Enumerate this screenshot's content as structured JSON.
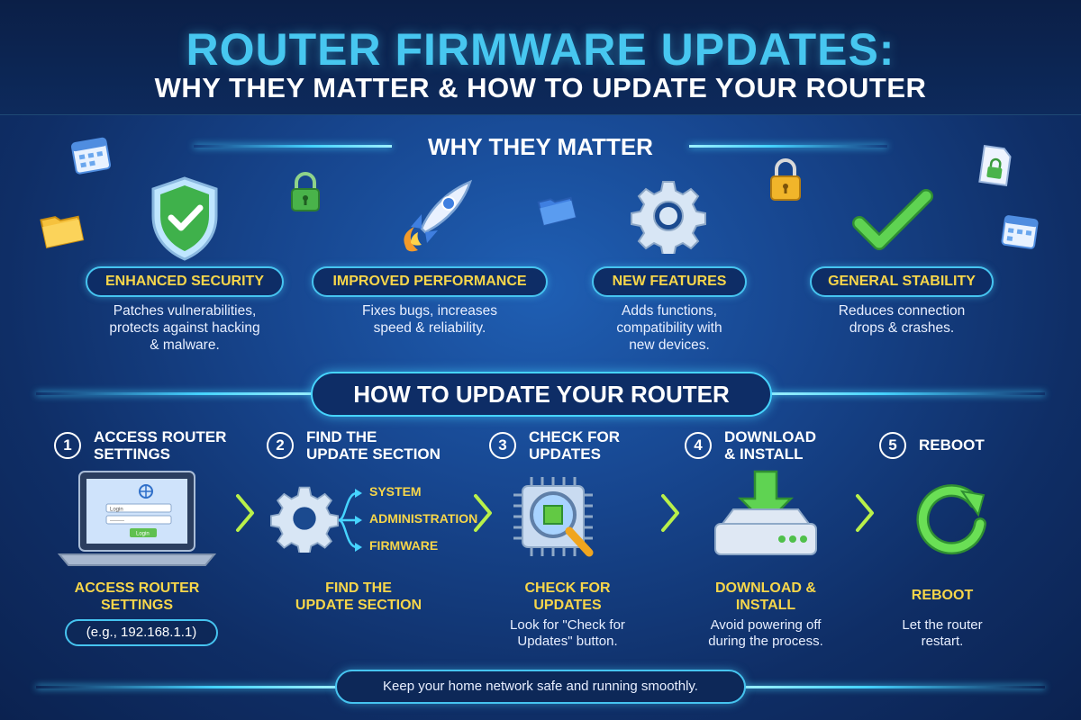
{
  "header": {
    "title": "ROUTER FIRMWARE UPDATES:",
    "subtitle": "WHY THEY MATTER & HOW TO UPDATE YOUR ROUTER"
  },
  "why": {
    "title": "WHY THEY MATTER",
    "items": [
      {
        "label": "ENHANCED SECURITY",
        "desc1": "Patches vulnerabilities,",
        "desc2": "protects against hacking",
        "desc3": "& malware.",
        "icon": "shield-check-icon"
      },
      {
        "label": "IMPROVED PERFORMANCE",
        "desc1": "Fixes bugs, increases",
        "desc2": "speed & reliability.",
        "desc3": "",
        "icon": "rocket-icon"
      },
      {
        "label": "NEW FEATURES",
        "desc1": "Adds functions,",
        "desc2": "compatibility with",
        "desc3": "new devices.",
        "icon": "gear-icon"
      },
      {
        "label": "GENERAL STABILITY",
        "desc1": "Reduces connection",
        "desc2": "drops & crashes.",
        "desc3": "",
        "icon": "checkmark-icon"
      }
    ]
  },
  "how": {
    "title": "HOW TO UPDATE YOUR ROUTER",
    "steps": [
      {
        "num": "1",
        "t1": "ACCESS ROUTER",
        "t2": "SETTINGS",
        "c1": "ACCESS ROUTER",
        "c2": "SETTINGS",
        "note": "(e.g., 192.168.1.1)"
      },
      {
        "num": "2",
        "t1": "FIND THE",
        "t2": "UPDATE SECTION",
        "c1": "FIND THE",
        "c2": "UPDATE SECTION"
      },
      {
        "num": "3",
        "t1": "CHECK FOR",
        "t2": "UPDATES",
        "c1": "CHECK FOR",
        "c2": "UPDATES",
        "n1": "Look for \"Check for",
        "n2": "Updates\" button."
      },
      {
        "num": "4",
        "t1": "DOWNLOAD",
        "t2": "& INSTALL",
        "c1": "DOWNLOAD &",
        "c2": "INSTALL",
        "n1": "Avoid powering off",
        "n2": "during the process."
      },
      {
        "num": "5",
        "t1": "REBOOT",
        "c1": "REBOOT",
        "n1": "Let the router",
        "n2": "restart."
      }
    ],
    "menu": [
      "SYSTEM",
      "ADMINISTRATION",
      "FIRMWARE"
    ],
    "login": {
      "field1": "Login",
      "field2": "--------",
      "button": "Login"
    }
  },
  "footer": "Keep your home network safe and running smoothly.",
  "colors": {
    "accent": "#46d4ff",
    "label": "#f7d64a",
    "title": "#47c7f0"
  }
}
